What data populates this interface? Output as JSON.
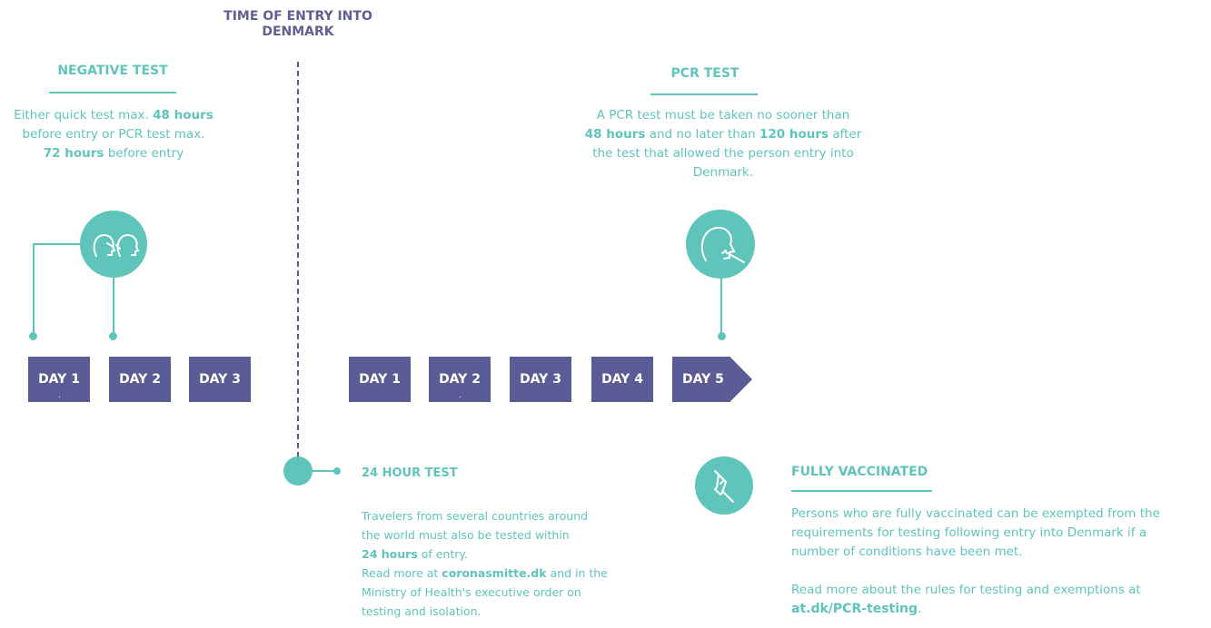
{
  "entry": {
    "title": "TIME OF ENTRY INTO DENMARK"
  },
  "negative_test": {
    "title": "NEGATIVE TEST",
    "line1_a": "Either quick test max. ",
    "line1_b": "48 hours",
    "line2": "before entry or PCR test max.",
    "line3_a": "72 hours",
    "line3_b": " before entry",
    "icon": "two-heads-icon"
  },
  "pcr_test": {
    "title": "PCR TEST",
    "line1": "A PCR test must be taken no sooner than",
    "line2_a": "48 hours",
    "line2_b": " and no later than ",
    "line2_c": "120 hours",
    "line2_d": " after",
    "line3": "the test that allowed the person entry into",
    "line4": "Denmark.",
    "icon": "swab-test-icon"
  },
  "days_before": [
    "DAY 1",
    "DAY 2",
    "DAY 3"
  ],
  "days_after": [
    "DAY 1",
    "DAY 2",
    "DAY 3",
    "DAY 4",
    "DAY 5"
  ],
  "test_24h": {
    "title": "24 HOUR  TEST",
    "line1": "Travelers from several countries around",
    "line2": "the world must also be tested within",
    "line3_a": "24 hours",
    "line3_b": " of entry.",
    "line4_a": "Read more at ",
    "line4_b": "coronasmitte.dk",
    "line4_c": " and in the",
    "line5": "Ministry of Health's executive order on",
    "line6": "testing and isolation."
  },
  "vaccinated": {
    "title": "FULLY VACCINATED",
    "line1": "Persons who are fully vaccinated can be exempted from the",
    "line2": "requirements for testing following entry into Denmark if a",
    "line3": "number of conditions have been met.",
    "line4": "Read more about the rules for testing and exemptions at",
    "link": "at.dk/PCR-testing",
    "link_tail": ".",
    "icon": "syringe-icon"
  },
  "colors": {
    "teal": "#5fc4ba",
    "navy": "#5b5b96"
  }
}
